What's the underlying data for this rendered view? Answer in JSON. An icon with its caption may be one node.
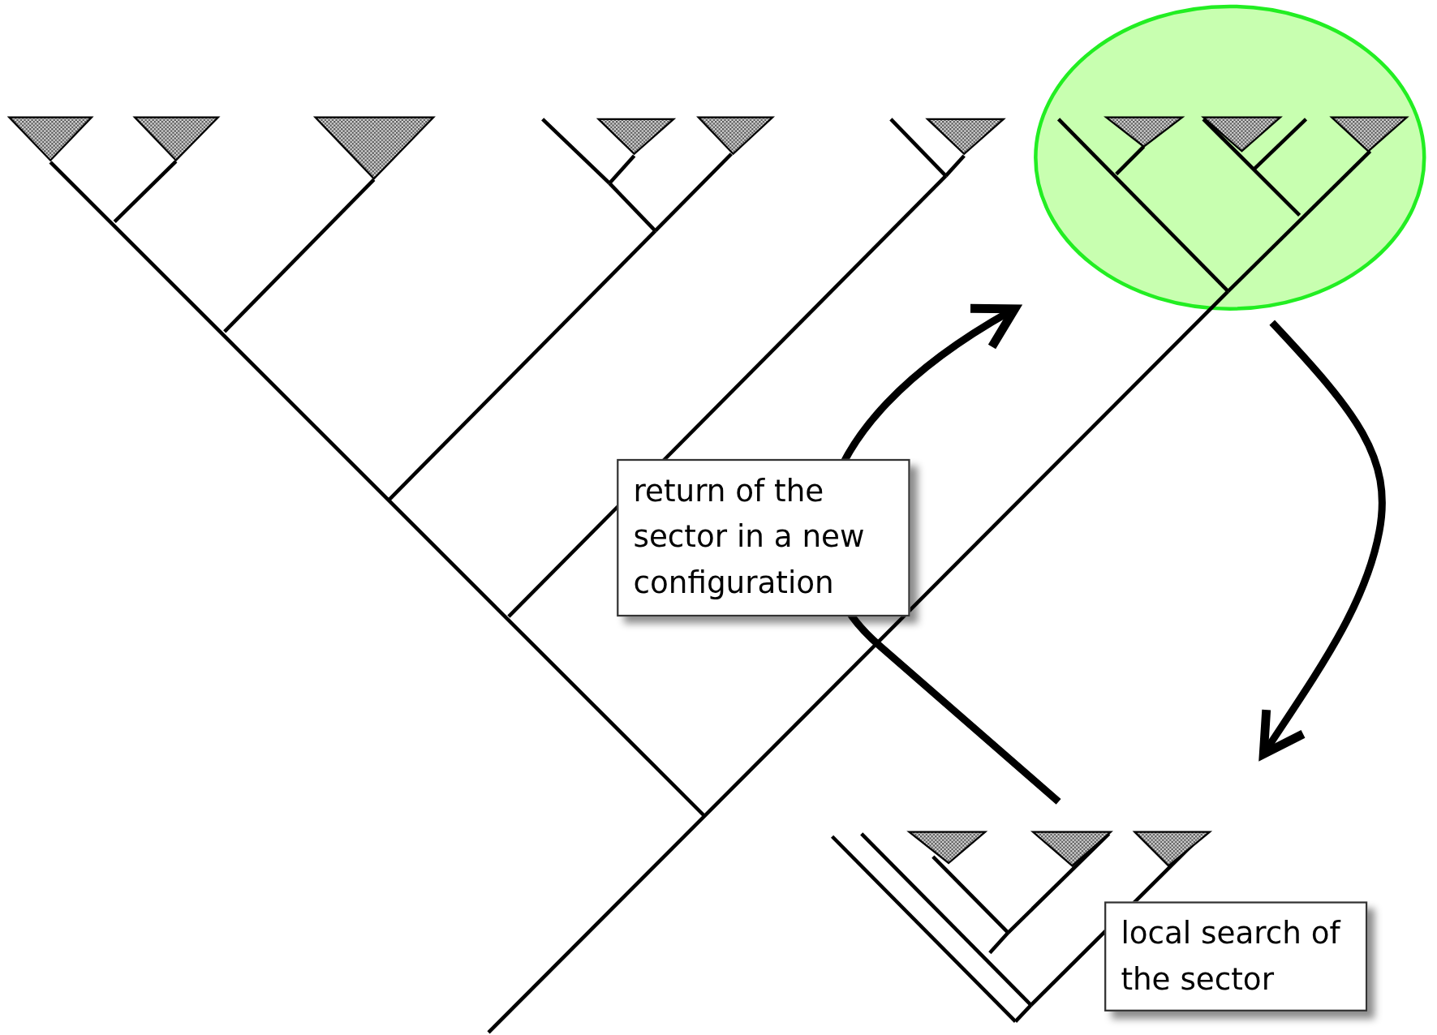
{
  "diagram": {
    "nodes": [
      {
        "text": [],
        "shape": "circle"
      },
      {
        "text": [],
        "shape": "picture"
      },
      {
        "text": [
          "local search of the sector"
        ]
      }
    ],
    "edges": [
      {
        "from": 0,
        "to": 1,
        "arrow": "to"
      },
      {
        "from": 1,
        "to": 0,
        "arrow": "to",
        "label": "return of the sector in a new configuration"
      }
    ]
  }
}
